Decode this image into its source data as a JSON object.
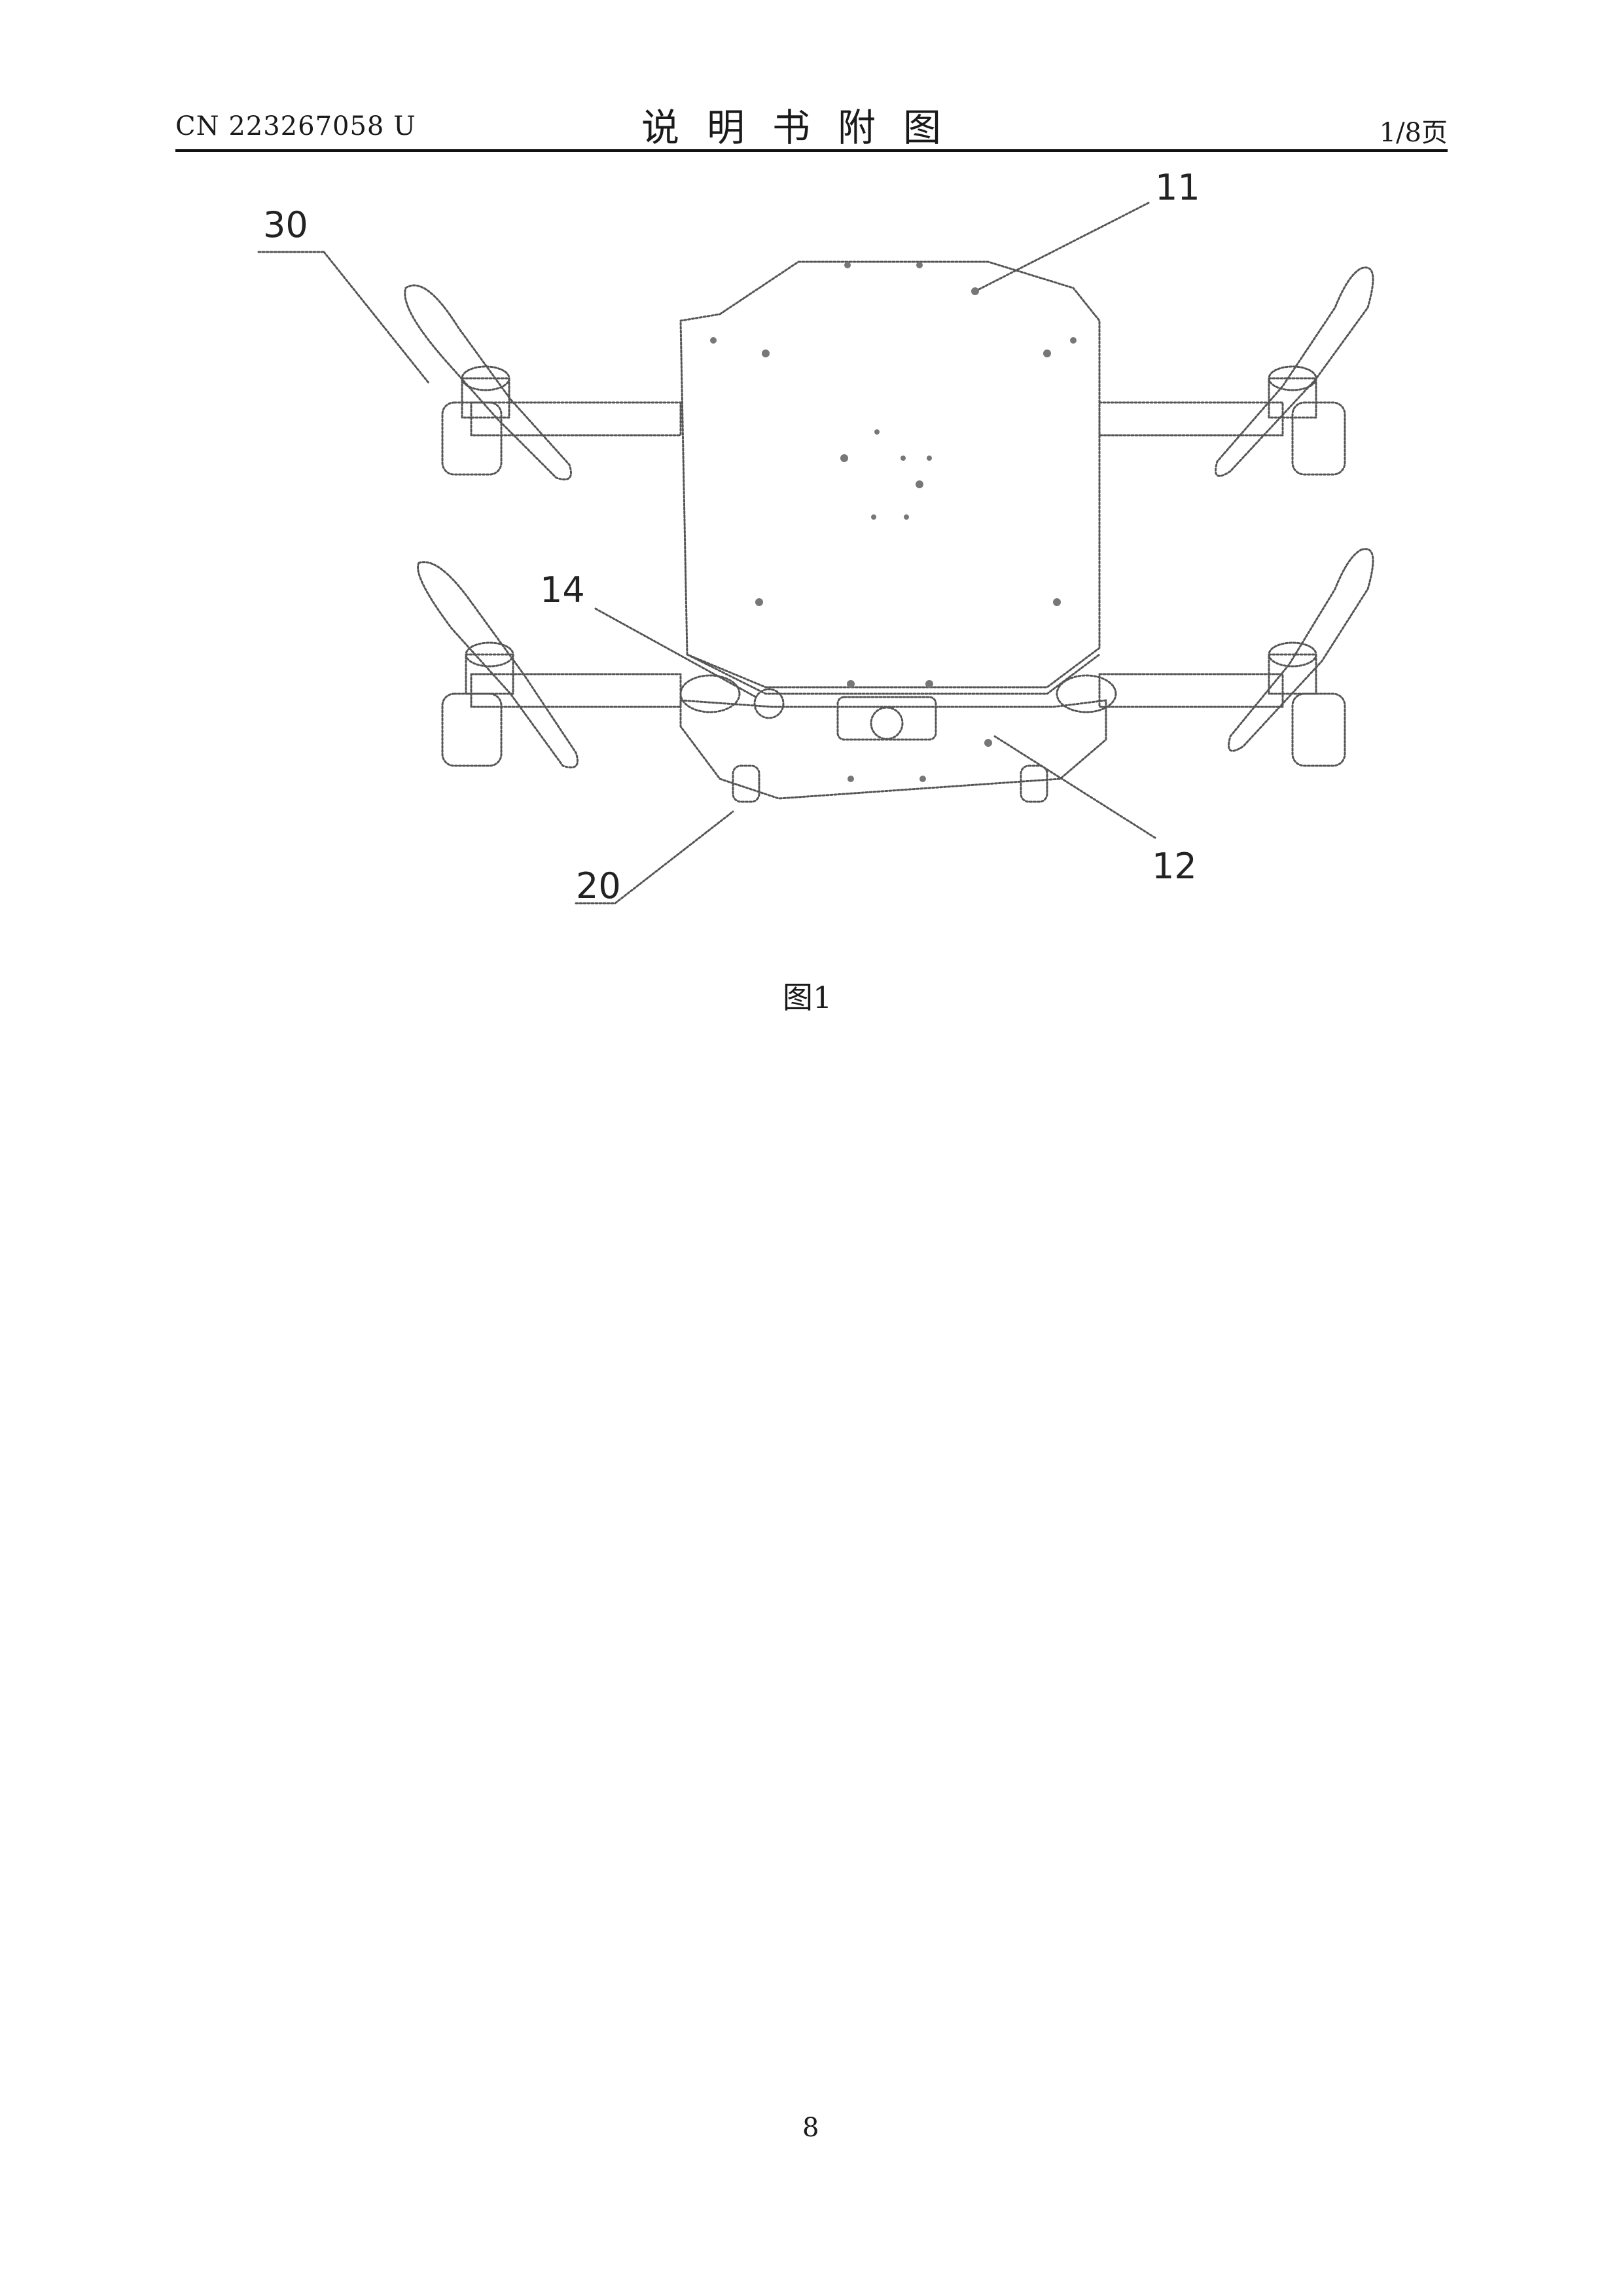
{
  "header": {
    "doc_number": "CN 223267058 U",
    "title": "说明书附图",
    "page_of": "1/8页"
  },
  "figure": {
    "caption": "图1",
    "callouts": {
      "c30": "30",
      "c11": "11",
      "c14": "14",
      "c20": "20",
      "c12": "12"
    }
  },
  "footer": {
    "page_number": "8"
  }
}
